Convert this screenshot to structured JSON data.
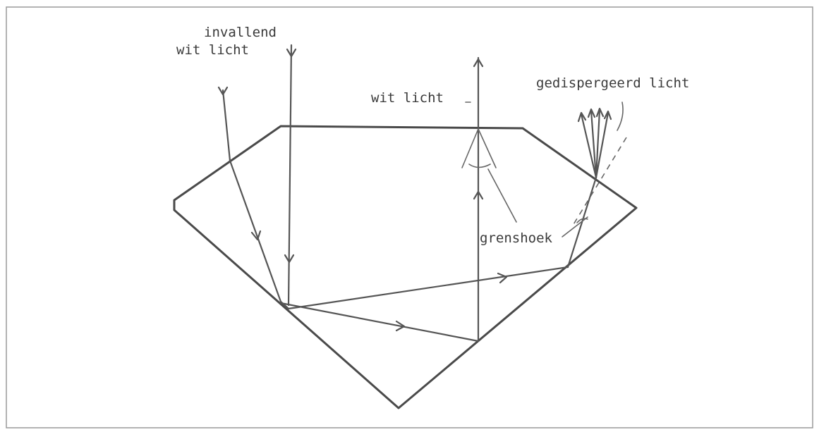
{
  "labels": {
    "incident_line1": "invallend",
    "incident_line2": "wit licht",
    "white_light": "wit licht",
    "dispersed_light": "gedispergeerd licht",
    "critical_angle": "grenshoek"
  }
}
